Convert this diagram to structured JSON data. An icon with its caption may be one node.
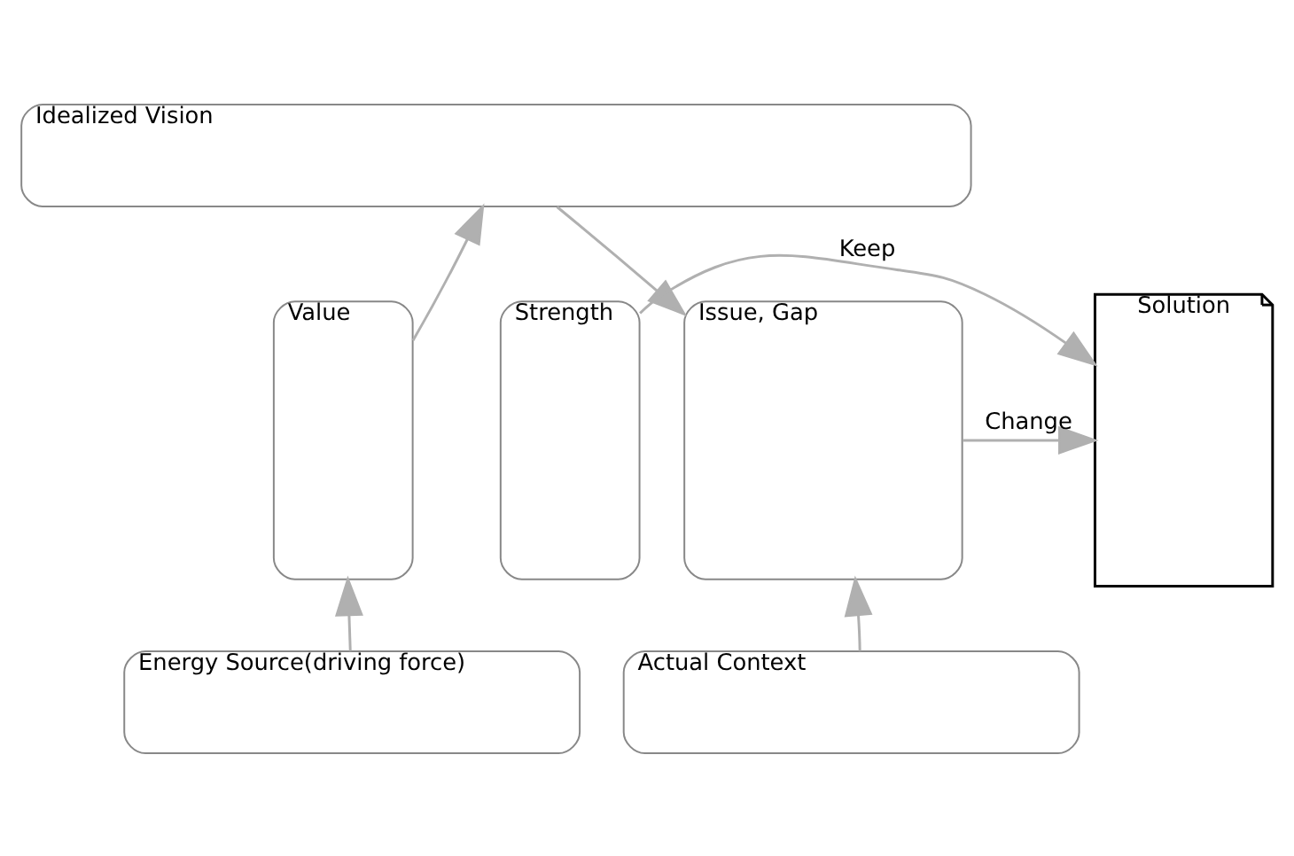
{
  "diagram": {
    "nodes": [
      {
        "text": [
          "Idealized Vision"
        ]
      },
      {
        "text": [
          "Value"
        ]
      },
      {
        "text": [
          "Strength"
        ]
      },
      {
        "text": [
          "Solution"
        ]
      },
      {
        "text": [
          "Issue, Gap"
        ]
      },
      {
        "text": [
          "Energy Source(driving force)"
        ]
      },
      {
        "text": [
          "Actual Context"
        ]
      }
    ],
    "edges": [
      {
        "from": 1,
        "to": 0,
        "arrow": "to"
      },
      {
        "from": 0,
        "to": 4,
        "arrow": "to"
      },
      {
        "from": 2,
        "to": 3,
        "arrow": "to",
        "label": "Keep"
      },
      {
        "from": 4,
        "to": 3,
        "arrow": "to",
        "label": "Change"
      },
      {
        "from": 5,
        "to": 1,
        "arrow": "to"
      },
      {
        "from": 6,
        "to": 4,
        "arrow": "to"
      }
    ]
  }
}
